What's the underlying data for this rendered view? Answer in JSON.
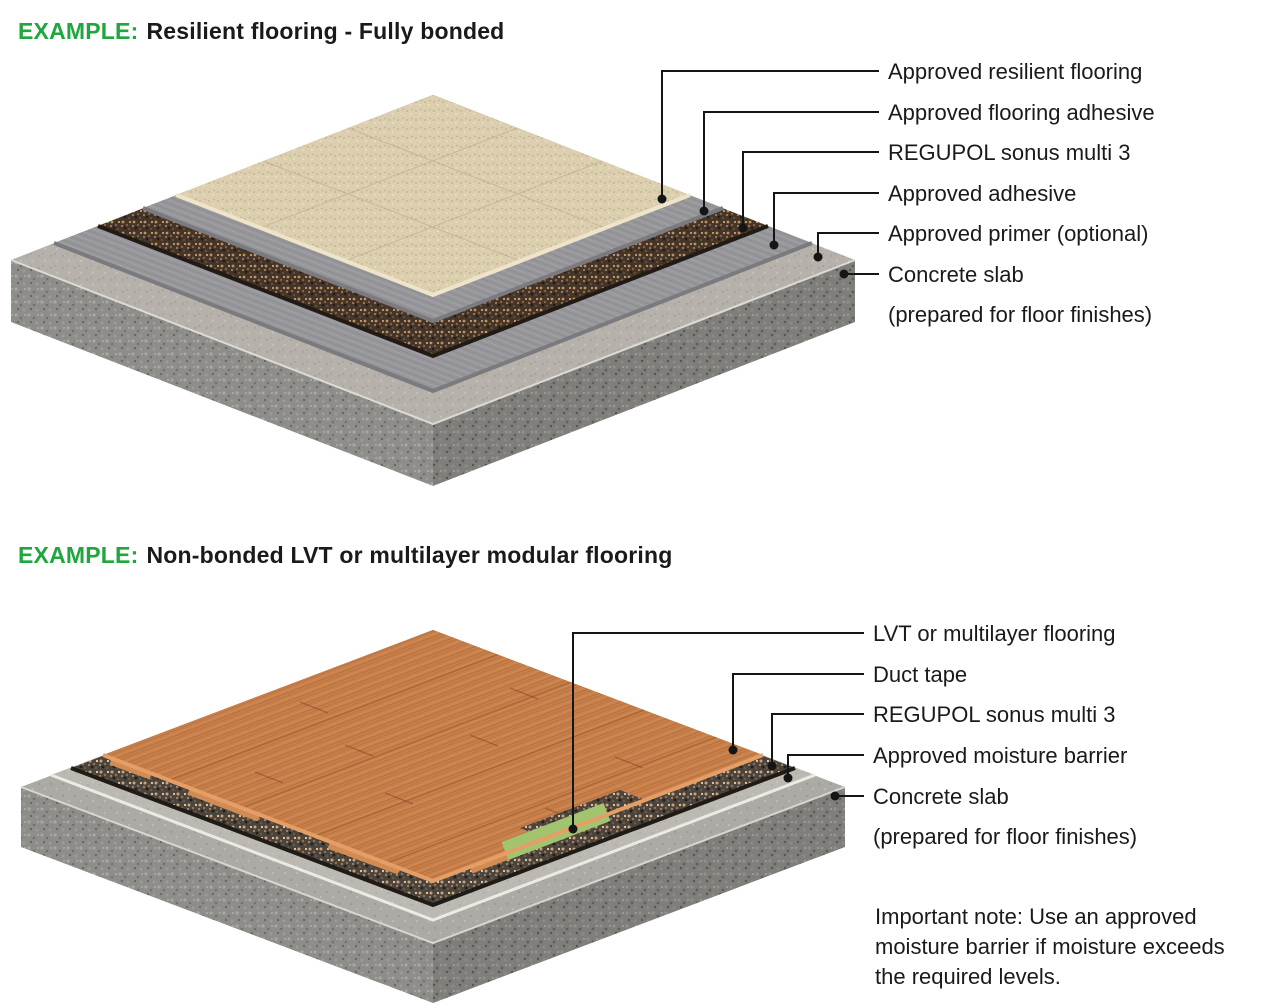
{
  "figures": [
    {
      "id": "fully-bonded",
      "title_prefix": "EXAMPLE:",
      "title": "Resilient flooring - Fully bonded",
      "labels": [
        {
          "text": "Approved resilient flooring"
        },
        {
          "text": "Approved flooring adhesive"
        },
        {
          "text": "REGUPOL sonus multi 3"
        },
        {
          "text": "Approved adhesive"
        },
        {
          "text": "Approved primer (optional)"
        },
        {
          "text": "Concrete slab"
        },
        {
          "text": "(prepared for floor finishes)"
        }
      ]
    },
    {
      "id": "non-bonded-lvt",
      "title_prefix": "EXAMPLE:",
      "title": "Non-bonded LVT or multilayer modular flooring",
      "labels": [
        {
          "text": "LVT or multilayer flooring"
        },
        {
          "text": "Duct tape"
        },
        {
          "text": "REGUPOL sonus multi 3"
        },
        {
          "text": "Approved moisture barrier"
        },
        {
          "text": "Concrete slab"
        },
        {
          "text": "(prepared for floor finishes)"
        }
      ]
    }
  ],
  "note": {
    "lines": [
      "Important note: Use an approved",
      "moisture barrier if moisture exceeds",
      "the required levels."
    ]
  },
  "colors": {
    "accent_green": "#1fa63c",
    "ink": "#1a1a1a",
    "tape_green": "#a2c46f",
    "wood": "#c8804b",
    "beige": "#dccfb0",
    "regupol_brown": "#43352a",
    "regupol_gray": "#4b443d",
    "adhesive_gray": "#97969a",
    "primer_gray": "#b6b2ab",
    "moisture_barrier_gray": "#bcb9b3",
    "concrete_light": "#8f8d8a",
    "concrete_dark": "#807e7b"
  }
}
